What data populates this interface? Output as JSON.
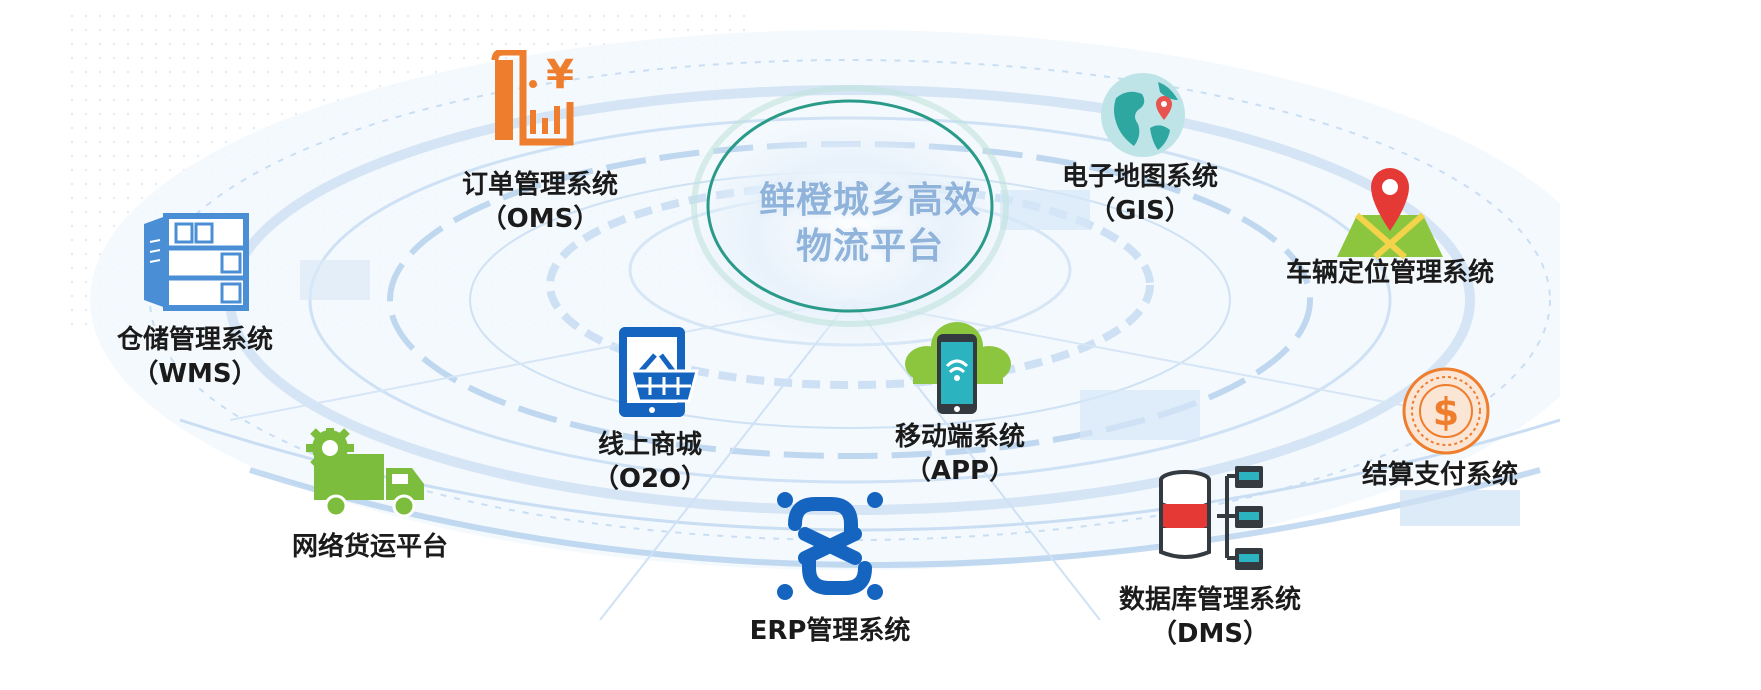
{
  "center": {
    "line1": "鲜橙城乡高效",
    "line2": "物流平台"
  },
  "systems": {
    "oms": {
      "name": "订单管理系统",
      "code": "（OMS）",
      "icon": "order-receipt-icon"
    },
    "wms": {
      "name": "仓储管理系统",
      "code": "（WMS）",
      "icon": "warehouse-shelf-icon"
    },
    "gis": {
      "name": "电子地图系统",
      "code": "（GIS）",
      "icon": "globe-map-icon"
    },
    "vehicle": {
      "name": "车辆定位管理系统",
      "icon": "map-pin-icon"
    },
    "o2o": {
      "name": "线上商城",
      "code": "（O2O）",
      "icon": "shopping-tablet-icon"
    },
    "app": {
      "name": "移动端系统",
      "code": "（APP）",
      "icon": "mobile-cloud-icon"
    },
    "payment": {
      "name": "结算支付系统",
      "icon": "dollar-coin-icon"
    },
    "freight": {
      "name": "网络货运平台",
      "icon": "truck-gear-icon"
    },
    "erp": {
      "name": "ERP管理系统",
      "icon": "erp-links-icon"
    },
    "dms": {
      "name": "数据库管理系统",
      "code": "（DMS）",
      "icon": "database-icon"
    }
  },
  "colors": {
    "orange": "#ee7e2d",
    "blue": "#1565c0",
    "green": "#7cbd3e",
    "ring_teal": "#2a9a89",
    "bg_lines": "#bcd6f0"
  }
}
